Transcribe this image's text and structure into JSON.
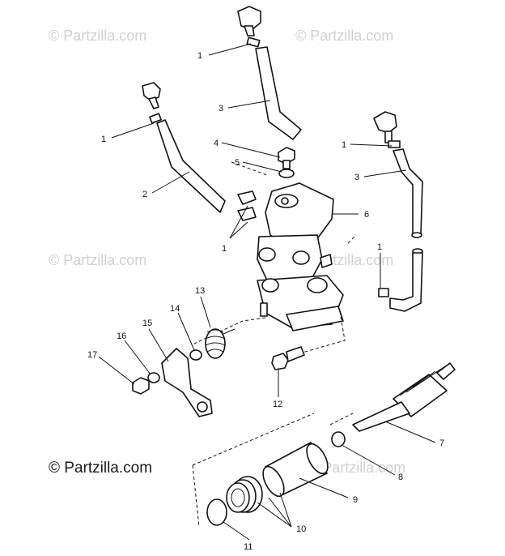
{
  "watermarks": {
    "faint": "© Partzilla.com",
    "footer": "© Partzilla.com"
  },
  "callouts": {
    "c1a": "1",
    "c1b": "1",
    "c1c": "1",
    "c1d": "1",
    "c1e": "1",
    "c2": "2",
    "c3a": "3",
    "c3b": "3",
    "c4": "4",
    "c5": "5",
    "c6": "6",
    "c7": "7",
    "c8": "8",
    "c9": "9",
    "c10": "10",
    "c11": "11",
    "c12": "12",
    "c13": "13",
    "c14": "14",
    "c15": "15",
    "c16": "16",
    "c17": "17"
  }
}
